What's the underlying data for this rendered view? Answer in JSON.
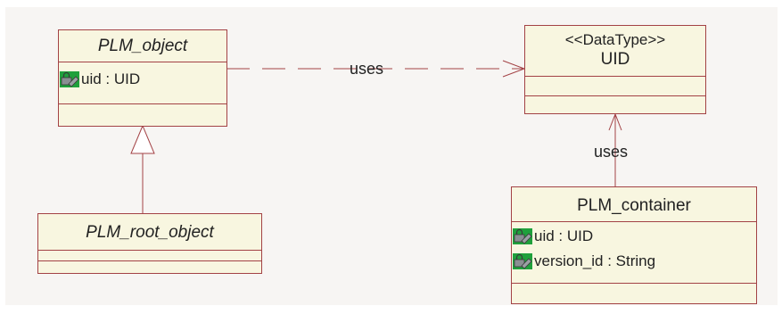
{
  "classes": {
    "plm_object": {
      "name": "PLM_object",
      "attributes": [
        {
          "text": "uid : UID",
          "icon": "private-attribute-icon"
        }
      ]
    },
    "plm_root_object": {
      "name": "PLM_root_object",
      "attributes": []
    },
    "uid": {
      "stereotype": "<<DataType>>",
      "name": "UID",
      "attributes": []
    },
    "plm_container": {
      "name": "PLM_container",
      "attributes": [
        {
          "text": "uid : UID",
          "icon": "private-attribute-icon"
        },
        {
          "text": "version_id : String",
          "icon": "private-attribute-icon"
        }
      ]
    }
  },
  "relations": {
    "object_uses_uid": {
      "label": "uses",
      "kind": "dependency"
    },
    "container_uses_uid": {
      "label": "uses",
      "kind": "dependency"
    },
    "root_inherits_object": {
      "label": "",
      "kind": "generalization"
    }
  },
  "colors": {
    "line": "#a34245",
    "class_fill": "#f8f6e0",
    "background": "#f7f5f3",
    "icon_green": "#1fa03c"
  }
}
